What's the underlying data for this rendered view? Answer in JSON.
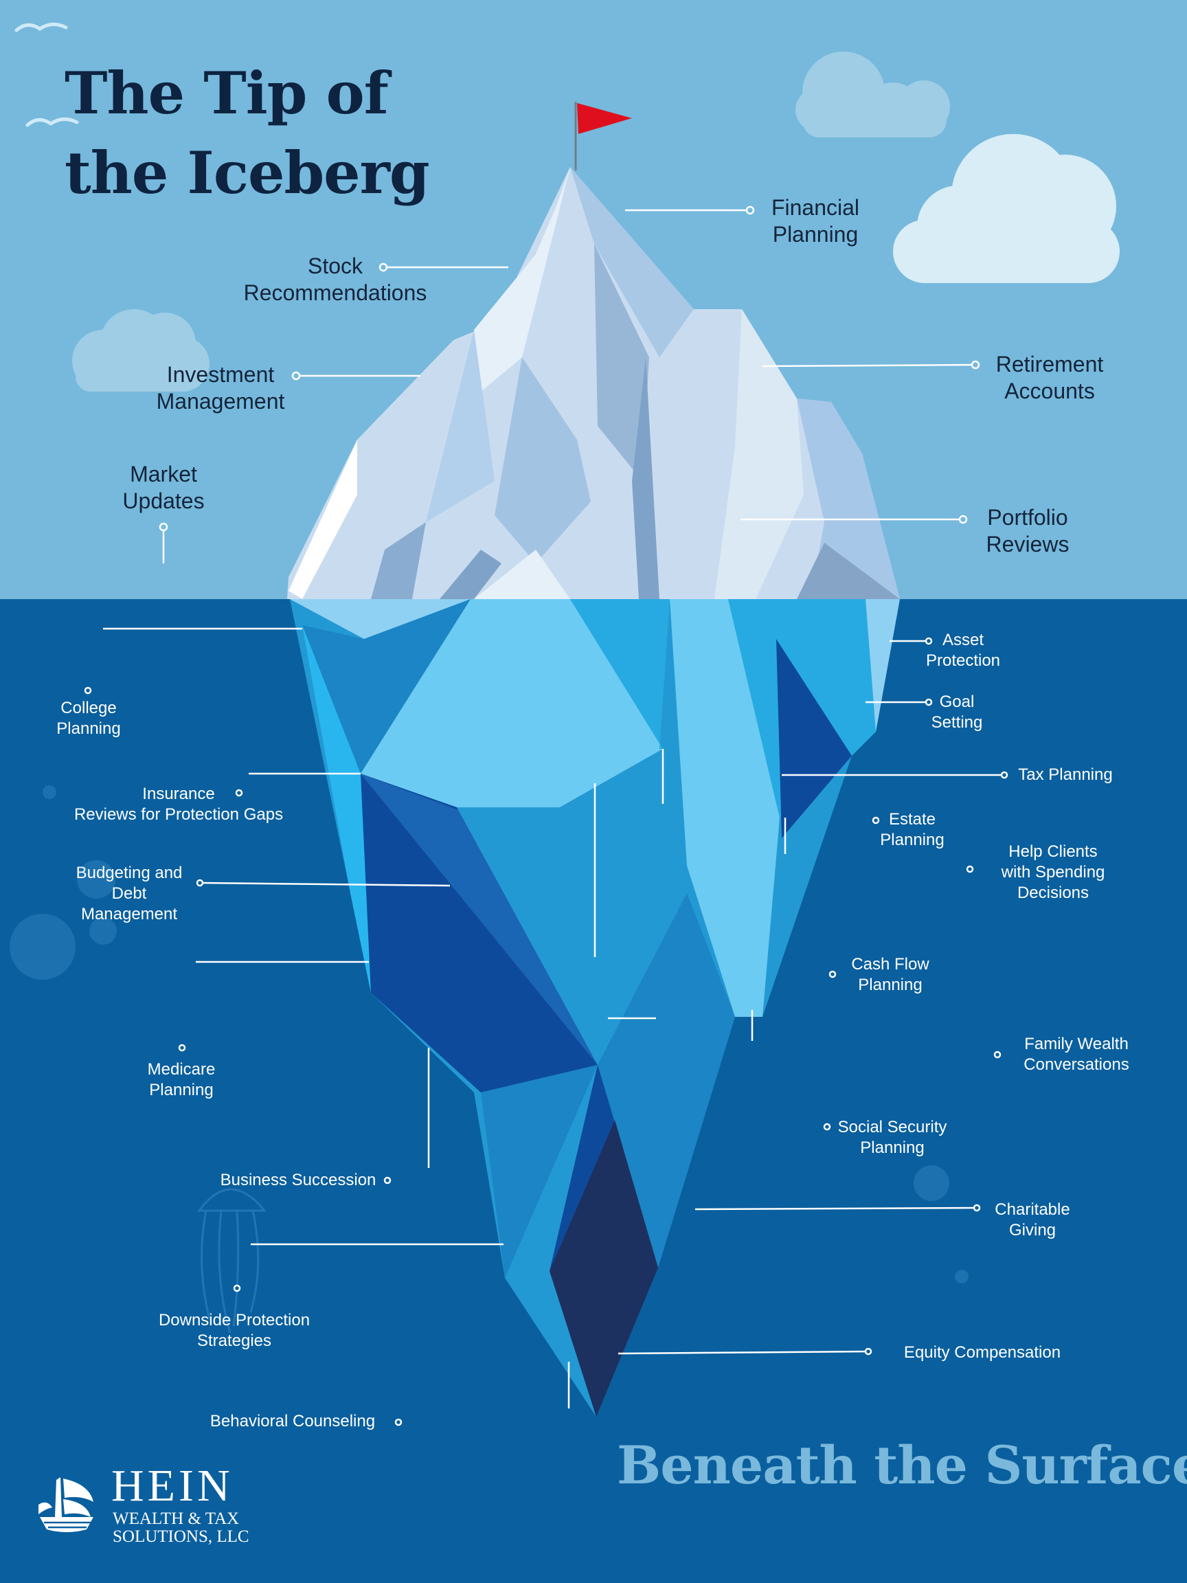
{
  "title": {
    "line1": "The Tip of",
    "line2": "the Iceberg"
  },
  "subtitle": "Beneath the Surface",
  "top_labels": [
    {
      "id": "financial-planning",
      "lines": [
        "Financial",
        "Planning"
      ]
    },
    {
      "id": "stock-recommendations",
      "lines": [
        "Stock",
        "Recommendations"
      ]
    },
    {
      "id": "investment-management",
      "lines": [
        "Investment",
        "Management"
      ]
    },
    {
      "id": "retirement-accounts",
      "lines": [
        "Retirement",
        "Accounts"
      ]
    },
    {
      "id": "market-updates",
      "lines": [
        "Market",
        "Updates"
      ]
    },
    {
      "id": "portfolio-reviews",
      "lines": [
        "Portfolio",
        "Reviews"
      ]
    }
  ],
  "bottom_labels": [
    {
      "id": "asset-protection",
      "lines": [
        "Asset",
        "Protection"
      ]
    },
    {
      "id": "college-planning",
      "lines": [
        "College",
        "Planning"
      ]
    },
    {
      "id": "goal-setting",
      "lines": [
        "Goal",
        "Setting"
      ]
    },
    {
      "id": "tax-planning",
      "lines": [
        "Tax Planning"
      ]
    },
    {
      "id": "insurance-reviews",
      "lines": [
        "Insurance",
        "Reviews for Protection Gaps"
      ]
    },
    {
      "id": "estate-planning",
      "lines": [
        "Estate",
        "Planning"
      ]
    },
    {
      "id": "help-clients-spending",
      "lines": [
        "Help Clients",
        "with Spending",
        "Decisions"
      ]
    },
    {
      "id": "budgeting-debt",
      "lines": [
        "Budgeting and",
        "Debt",
        "Management"
      ]
    },
    {
      "id": "cash-flow-planning",
      "lines": [
        "Cash Flow",
        "Planning"
      ]
    },
    {
      "id": "medicare-planning",
      "lines": [
        "Medicare",
        "Planning"
      ]
    },
    {
      "id": "family-wealth",
      "lines": [
        "Family Wealth",
        "Conversations"
      ]
    },
    {
      "id": "social-security",
      "lines": [
        "Social Security",
        "Planning"
      ]
    },
    {
      "id": "business-succession",
      "lines": [
        "Business Succession"
      ]
    },
    {
      "id": "charitable-giving",
      "lines": [
        "Charitable",
        "Giving"
      ]
    },
    {
      "id": "downside-protection",
      "lines": [
        "Downside Protection",
        "Strategies"
      ]
    },
    {
      "id": "equity-compensation",
      "lines": [
        "Equity Compensation"
      ]
    },
    {
      "id": "behavioral-counseling",
      "lines": [
        "Behavioral Counseling"
      ]
    }
  ],
  "logo": {
    "name": "HEIN",
    "line1": "WEALTH & TAX",
    "line2": "SOLUTIONS, LLC"
  },
  "colors": {
    "sky": "#76b9dc",
    "water": "#0a5f9e",
    "title": "#0e2340",
    "subtitle": "#7ab9dc",
    "flag": "#e00f1d",
    "leader_line": "#ffffff"
  },
  "icons": [
    "flag-icon",
    "cloud-icon",
    "bird-icon",
    "ship-logo-icon"
  ]
}
